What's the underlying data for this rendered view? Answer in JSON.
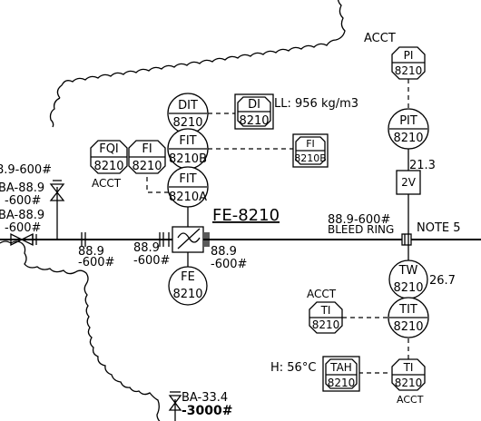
{
  "title_tag": "FE-8210",
  "instruments": {
    "dit": {
      "func": "DIT",
      "loop": "8210"
    },
    "di": {
      "func": "DI",
      "loop": "8210"
    },
    "fit_b": {
      "func": "FIT",
      "loop": "8210B"
    },
    "fit_a": {
      "func": "FIT",
      "loop": "8210A"
    },
    "fqi": {
      "func": "FQI",
      "loop": "8210"
    },
    "fi_left": {
      "func": "FI",
      "loop": "8210"
    },
    "fi_right": {
      "func": "FI",
      "loop": "8210B"
    },
    "fe": {
      "func": "FE",
      "loop": "8210"
    },
    "pi": {
      "func": "PI",
      "loop": "8210"
    },
    "pit": {
      "func": "PIT",
      "loop": "8210"
    },
    "tw": {
      "func": "TW",
      "loop": "8210"
    },
    "tit": {
      "func": "TIT",
      "loop": "8210"
    },
    "ti_left": {
      "func": "TI",
      "loop": "8210"
    },
    "ti_bottom": {
      "func": "TI",
      "loop": "8210"
    },
    "tah": {
      "func": "TAH",
      "loop": "8210"
    }
  },
  "labels": {
    "acct_top": "ACCT",
    "acct_fqi": "ACCT",
    "acct_ti_left": "ACCT",
    "acct_ti_bottom": "ACCT",
    "density_ll": "LL: 956 kg/m3",
    "pit_value": "21.3",
    "valve_2v": "2V",
    "bleed_size": "88.9-600#",
    "bleed_ring": "BLEED RING",
    "note": "NOTE 5",
    "tw_value": "26.7",
    "tah_setpoint": "H: 56°C",
    "pipe_left_1": "88.9",
    "pipe_left_2": "-600#",
    "pipe_mid_1": "88.9",
    "pipe_mid_2": "-600#",
    "pipe_right_1": "88.9",
    "pipe_right_2": "-600#",
    "edge_1": "8.9-600#",
    "edge_2": "BA-88.9",
    "edge_3": "-600#",
    "edge_4": "BA-88.9",
    "edge_5": "-600#",
    "drain_1": "BA-33.4",
    "drain_2": "-3000#"
  }
}
